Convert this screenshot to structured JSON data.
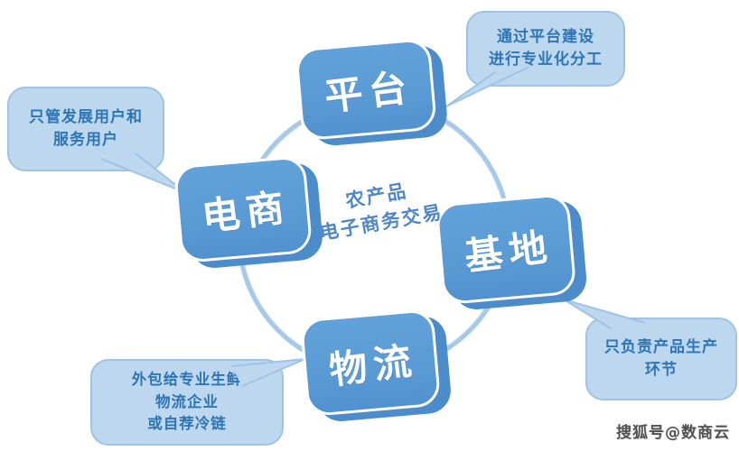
{
  "diagram": {
    "center": {
      "line1": "农产品",
      "line2": "电子商务交易"
    },
    "nodes": [
      {
        "id": "platform",
        "label": "平台"
      },
      {
        "id": "ecommerce",
        "label": "电商"
      },
      {
        "id": "base",
        "label": "基地"
      },
      {
        "id": "logistics",
        "label": "物流"
      }
    ],
    "callouts": [
      {
        "id": "platform-note",
        "target": "platform",
        "lines": [
          "通过平台建设",
          "进行专业化分工"
        ]
      },
      {
        "id": "ecommerce-note",
        "target": "ecommerce",
        "lines": [
          "只管发展用户和",
          "服务用户"
        ]
      },
      {
        "id": "base-note",
        "target": "base",
        "lines": [
          "只负责产品生产",
          "环节"
        ]
      },
      {
        "id": "logistics-note",
        "target": "logistics",
        "lines": [
          "外包给专业生鲜",
          "物流企业",
          "或自荐冷链"
        ]
      }
    ],
    "watermark": "搜狐号@数商云",
    "colors": {
      "node_face": "#5b9bd5",
      "node_side": "#4c8cca",
      "callout_fill": "#bdd7ee",
      "callout_border": "#9dc3e6",
      "callout_text": "#2e75b6",
      "ring": "#a6c9e9",
      "center_text": "#5087c8"
    }
  }
}
